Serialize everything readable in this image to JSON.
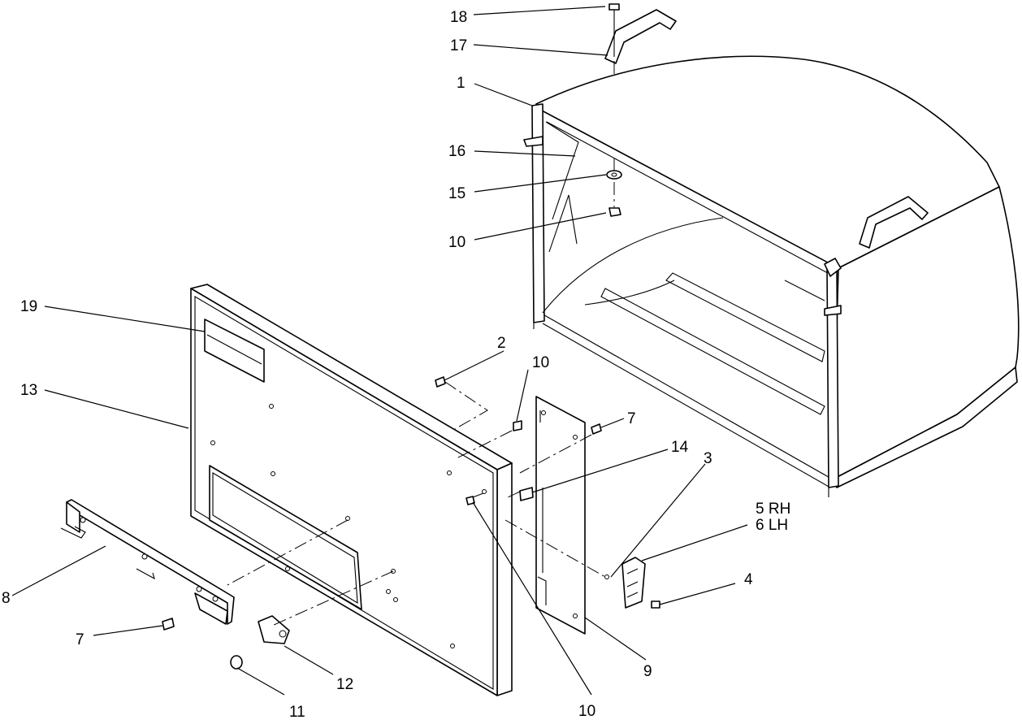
{
  "callouts": {
    "c1": "1",
    "c2": "2",
    "c3": "3",
    "c4": "4",
    "c5": "5 RH",
    "c6": "6 LH",
    "c7a": "7",
    "c7b": "7",
    "c8": "8",
    "c9": "9",
    "c10a": "10",
    "c10b": "10",
    "c10c": "10",
    "c11": "11",
    "c12": "12",
    "c13": "13",
    "c14": "14",
    "c15": "15",
    "c16": "16",
    "c17": "17",
    "c18": "18",
    "c19": "19"
  }
}
